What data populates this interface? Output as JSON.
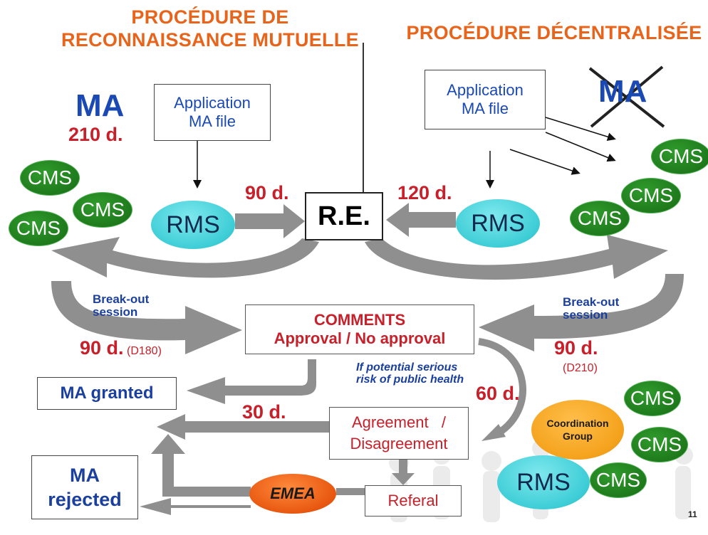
{
  "left_title": {
    "line1": "PROCÉDURE DE",
    "line2": "RECONNAISSANCE MUTUELLE"
  },
  "right_title": "PROCÉDURE DÉCENTRALISÉE",
  "left": {
    "ma_label": "MA",
    "ma_duration": "210 d.",
    "application_line1": "Application",
    "application_line2": "MA file",
    "rms_label": "RMS",
    "cms_labels": [
      "CMS",
      "CMS",
      "CMS"
    ],
    "to_re_duration": "90 d.",
    "breakout_line1": "Break-out",
    "breakout_line2": "session",
    "return_duration": "90 d.",
    "return_day": "(D180)"
  },
  "right": {
    "ma_label": "MA",
    "application_line1": "Application",
    "application_line2": "MA file",
    "rms_label": "RMS",
    "cms_labels": [
      "CMS",
      "CMS",
      "CMS"
    ],
    "to_re_duration": "120 d.",
    "breakout_line1": "Break-out",
    "breakout_line2": "session",
    "return_duration": "90 d.",
    "return_day": "(D210)"
  },
  "re_label": "R.E.",
  "comments": {
    "line1": "COMMENTS",
    "line2": "Approval / No approval"
  },
  "risk_note": {
    "line1": "If potential serious",
    "line2": "risk of public health"
  },
  "risk_duration": "60 d.",
  "ma_granted": "MA granted",
  "granted_duration": "30 d.",
  "agreement": {
    "line1": "Agreement   /",
    "line2": "Disagreement"
  },
  "ma_rejected": {
    "line1": "MA",
    "line2": "rejected"
  },
  "emea_label": "EMEA",
  "referal_label": "Referal",
  "coordination": {
    "line1": "Coordination",
    "line2": "Group"
  },
  "bottom_rms_label": "RMS",
  "bottom_cms_labels": [
    "CMS",
    "CMS",
    "CMS"
  ],
  "slide_number": "11",
  "colors": {
    "orange_title": "#e8641b",
    "red": "#c8202a",
    "blue": "#1a49b3",
    "cms_green": "#1f7a1c",
    "rms_cyan": "#3dcdd6",
    "emea_orange": "#e8570f",
    "coordination_orange": "#f4a21c",
    "arrow_gray": "#8f8f8f"
  }
}
